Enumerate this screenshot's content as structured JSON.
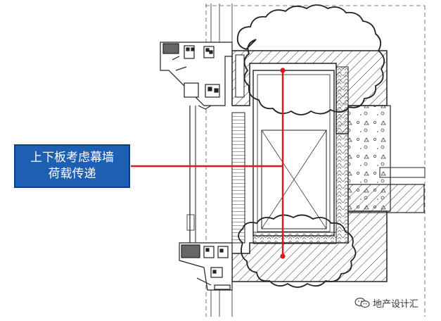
{
  "callout": {
    "line1": "上下板考虑幕墙",
    "line2": "荷载传递"
  },
  "watermark": {
    "text": "地产设计汇",
    "icon": "wechat-icon"
  },
  "colors": {
    "callout_fill": "#1f5fb3",
    "load_path": "#e3161b",
    "ink": "#222222"
  }
}
